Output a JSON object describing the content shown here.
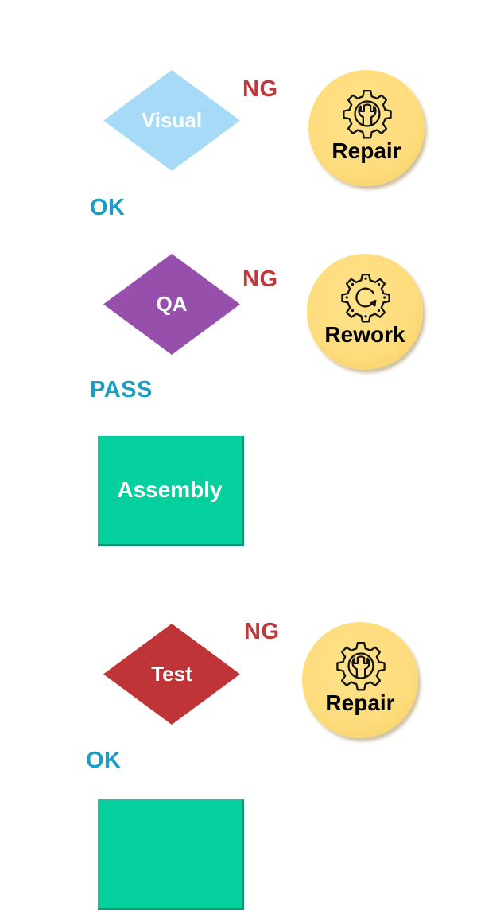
{
  "colors": {
    "visual": "#a6daf6",
    "qa": "#9650ab",
    "test": "#bf3537",
    "assembly": "#03d09c",
    "ng_label": "#c0383a",
    "ok_label": "#1a9dc4",
    "action_circle": "#fddc7c"
  },
  "steps": [
    {
      "shape": "decision",
      "label": "Visual",
      "ng_label": "NG",
      "ok_label": "OK",
      "action": {
        "label": "Repair",
        "icon": "gear-wrench-icon"
      }
    },
    {
      "shape": "decision",
      "label": "QA",
      "ng_label": "NG",
      "ok_label": "PASS",
      "action": {
        "label": "Rework",
        "icon": "gear-rotate-icon"
      }
    },
    {
      "shape": "process",
      "label": "Assembly"
    },
    {
      "shape": "decision",
      "label": "Test",
      "ng_label": "NG",
      "ok_label": "OK",
      "action": {
        "label": "Repair",
        "icon": "gear-wrench-icon"
      }
    },
    {
      "shape": "process",
      "label": ""
    }
  ]
}
